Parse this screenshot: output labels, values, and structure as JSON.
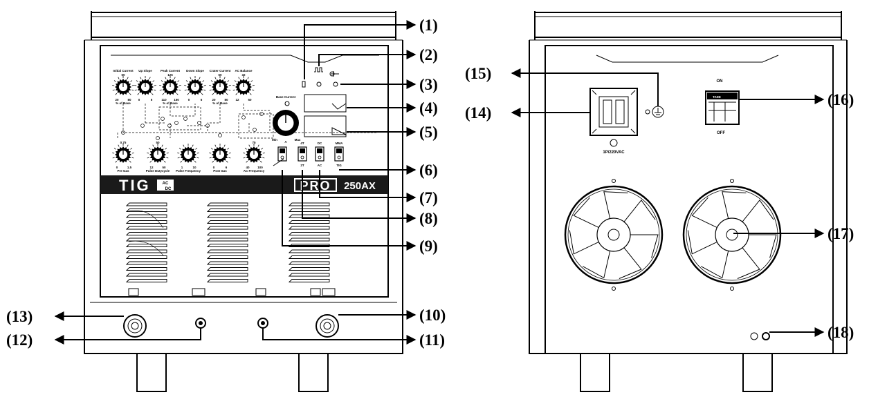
{
  "front_panel": {
    "top_knob_labels": [
      "Initial Current",
      "Up Slope",
      "Peak Current",
      "Down Slope",
      "Crater Current",
      "AC Balance"
    ],
    "top_knob_values": [
      "60",
      "",
      "125",
      "",
      "60",
      "32"
    ],
    "top_knob_scales": [
      {
        "left": "20",
        "mid": "",
        "right": "80",
        "unit": "% of Base"
      },
      {
        "left": "0",
        "mid": "",
        "right": "5",
        "unit": ""
      },
      {
        "left": "110",
        "mid": "",
        "right": "150",
        "unit": "% of Base"
      },
      {
        "left": "0",
        "mid": "",
        "right": "5",
        "unit": ""
      },
      {
        "left": "20",
        "mid": "",
        "right": "80",
        "unit": "% of Base"
      },
      {
        "left": "12",
        "mid": "",
        "right": "50",
        "unit": ""
      }
    ],
    "base_current_label": "Base Current",
    "base_current_min": "Min",
    "base_current_max": "Max",
    "base_current_unit": "A",
    "bottom_knob_labels": [
      "Pre Gas",
      "Pulse Dutycycle",
      "Pulse Frequency",
      "Post Gas",
      "AC Frequency"
    ],
    "bottom_knob_values": [
      "0.75",
      "50",
      "",
      "",
      "75"
    ],
    "bottom_knob_scales": [
      {
        "left": "0",
        "right": "1.5"
      },
      {
        "left": "12",
        "right": "50"
      },
      {
        "left": "1",
        "right": "10"
      },
      {
        "left": "0",
        "right": "6"
      },
      {
        "left": "40",
        "right": "100"
      }
    ],
    "switch_top_labels": [
      "",
      "4T",
      "DC",
      "MMA"
    ],
    "switch_bottom_labels": [
      "",
      "2T",
      "AC",
      "TIG"
    ],
    "brand_left": "TIG",
    "brand_ac": "AC",
    "brand_dc": "DC",
    "brand_pro": "PRO",
    "brand_model": "250AX"
  },
  "rear_panel": {
    "power_label": "1P/220VAC",
    "switch_on": "ON",
    "switch_off": "OFF",
    "switch_brand": "TADE"
  },
  "callouts": [
    "(1)",
    "(2)",
    "(3)",
    "(4)",
    "(5)",
    "(6)",
    "(7)",
    "(8)",
    "(9)",
    "(10)",
    "(11)",
    "(12)",
    "(13)",
    "(14)",
    "(15)",
    "(16)",
    "(17)",
    "(18)"
  ]
}
